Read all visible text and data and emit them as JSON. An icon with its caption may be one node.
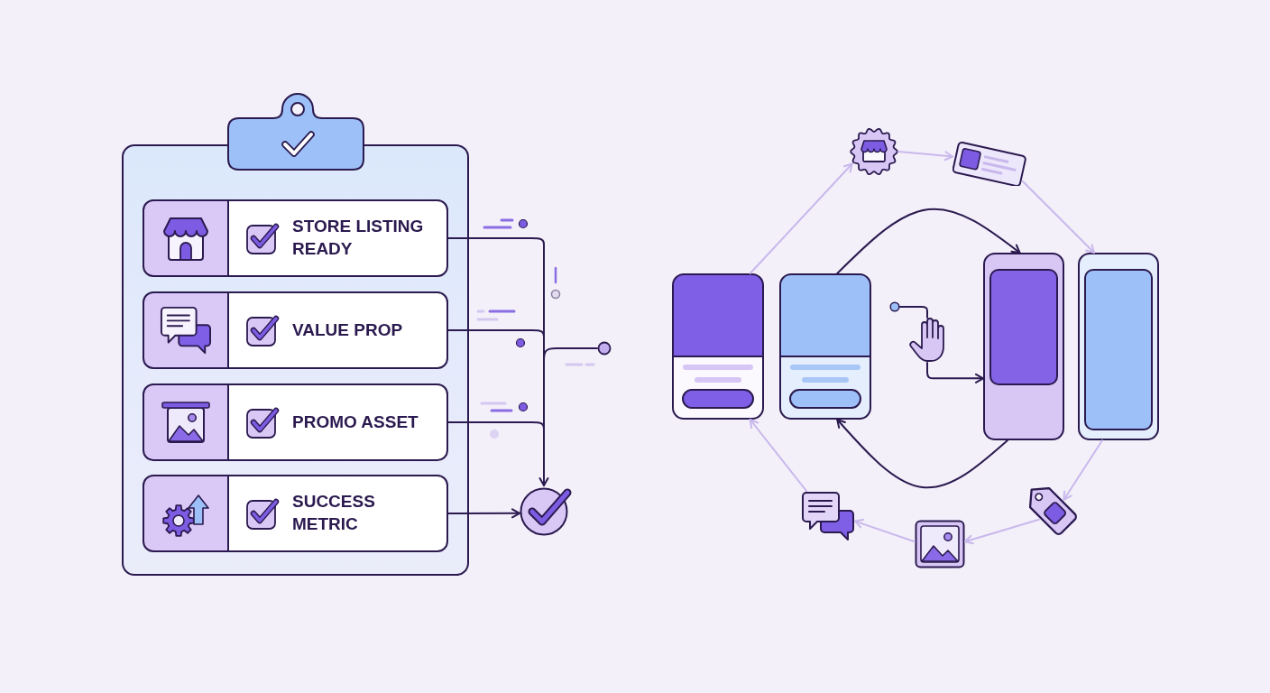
{
  "diagram": {
    "nodes": [
      {
        "text": [],
        "shape": "box"
      },
      {
        "text": [
          "STORE LISTING READY"
        ],
        "in": 0
      },
      {
        "text": [
          "VALUE PROP"
        ],
        "in": 0
      },
      {
        "text": [
          "PROMO ASSET"
        ],
        "in": 0
      },
      {
        "text": [
          "SUCCESS METRIC"
        ],
        "in": 0
      },
      {
        "text": [],
        "shape": "circle"
      },
      {
        "text": [],
        "shape": "circle"
      },
      {
        "text": [],
        "shape": "card"
      },
      {
        "text": [],
        "shape": "card"
      },
      {
        "text": [],
        "shape": "circle"
      },
      {
        "text": [],
        "shape": "hand"
      },
      {
        "text": [],
        "shape": "phone"
      },
      {
        "text": [],
        "shape": "phone"
      },
      {
        "text": [],
        "shape": "picture"
      },
      {
        "text": [],
        "shape": "card"
      },
      {
        "text": [],
        "shape": "tag"
      },
      {
        "text": [],
        "shape": "picture"
      },
      {
        "text": [],
        "shape": "picture"
      }
    ],
    "edges": [
      {
        "from": 1,
        "to": 5,
        "arrow": "to"
      },
      {
        "from": 2,
        "to": 5,
        "arrow": "to"
      },
      {
        "from": 3,
        "to": 5,
        "arrow": "to"
      },
      {
        "from": 4,
        "to": 5,
        "arrow": "to"
      },
      {
        "from": 1,
        "to": 6,
        "arrow": "none"
      },
      {
        "from": 2,
        "to": 6,
        "arrow": "none"
      },
      {
        "from": 8,
        "to": 11,
        "arrow": "to"
      },
      {
        "from": 11,
        "to": 8,
        "arrow": "to"
      },
      {
        "from": 9,
        "to": 10,
        "arrow": "none"
      },
      {
        "from": 10,
        "to": 11,
        "arrow": "to"
      },
      {
        "from": 7,
        "to": 13,
        "arrow": "to",
        "color": "#c9b8ec"
      },
      {
        "from": 13,
        "to": 14,
        "arrow": "to",
        "color": "#c9b8ec"
      },
      {
        "from": 14,
        "to": 12,
        "arrow": "to",
        "color": "#c9b8ec"
      },
      {
        "from": 12,
        "to": 15,
        "arrow": "to",
        "color": "#c9b8ec"
      },
      {
        "from": 15,
        "to": 16,
        "arrow": "to",
        "color": "#c9b8ec"
      },
      {
        "from": 16,
        "to": 17,
        "arrow": "to",
        "color": "#c9b8ec"
      },
      {
        "from": 17,
        "to": 7,
        "arrow": "to",
        "color": "#c9b8ec"
      }
    ]
  }
}
